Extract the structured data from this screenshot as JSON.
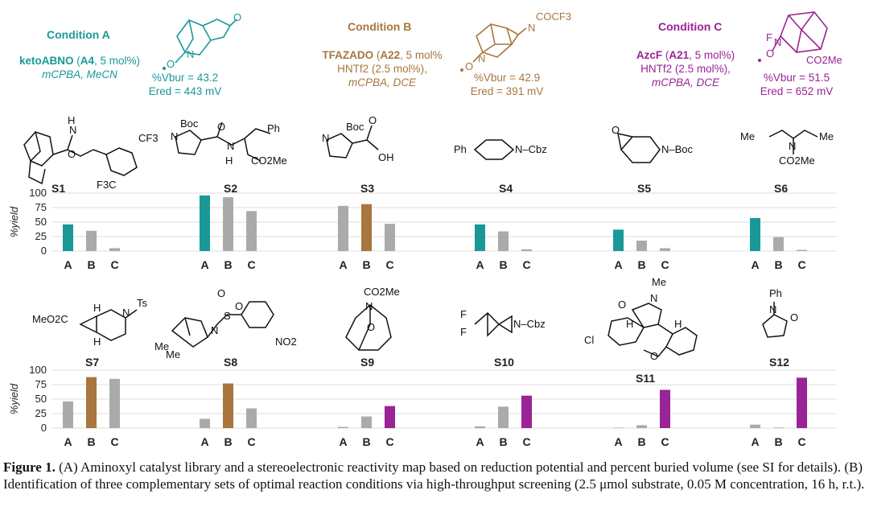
{
  "colors": {
    "A": "#1a9898",
    "B": "#a8763e",
    "C": "#9a2395",
    "gray": "#aaaaaa"
  },
  "conditions": [
    {
      "title": "Condition A",
      "catalyst": "ketoABNO",
      "code": "A4",
      "loading": ", 5 mol%)",
      "lines": [
        "mCPBA, MeCN"
      ],
      "vbur": "%Vbur = 43.2",
      "ered": "Ered = 443 mV"
    },
    {
      "title": "Condition B",
      "catalyst": "TFAZADO",
      "code": "A22",
      "loading": ", 5 mol%",
      "lines": [
        "HNTf2 (2.5 mol%),",
        "mCPBA, DCE"
      ],
      "vbur": "%Vbur = 42.9",
      "ered": "Ered = 391 mV"
    },
    {
      "title": "Condition C",
      "catalyst": "AzcF",
      "code": "A21",
      "loading": ", 5 mol%)",
      "lines": [
        "HNTf2 (2.5 mol%),",
        "mCPBA, DCE"
      ],
      "vbur": "%Vbur = 51.5",
      "ered": "Ered = 652 mV"
    }
  ],
  "substrates": {
    "S1": "S1",
    "S2": "S2",
    "S3": "S3",
    "S4": "S4",
    "S5": "S5",
    "S6": "S6",
    "S7": "S7",
    "S8": "S8",
    "S9": "S9",
    "S10": "S10",
    "S11": "S11",
    "S12": "S12"
  },
  "struct_text": {
    "s1_nh": "N",
    "s1_h": "H",
    "s1_o": "O",
    "s1_cf3a": "CF3",
    "s1_cf3b": "F3C",
    "s2_boc": "Boc",
    "s2_o": "O",
    "s2_ph": "Ph",
    "s2_n": "N",
    "s2_nh": "N",
    "s2_h": "H",
    "s2_co2me": "CO2Me",
    "s3_boc": "Boc",
    "s3_o": "O",
    "s3_n": "N",
    "s3_oh": "OH",
    "s4_ph": "Ph",
    "s4_ncbz": "N–Cbz",
    "s5_o": "O",
    "s5_nboc": "N–Boc",
    "s6_me1": "Me",
    "s6_me2": "Me",
    "s6_n": "N",
    "s6_co2me": "CO2Me",
    "s7_meo2c": "MeO2C",
    "s7_h1": "H",
    "s7_h2": "H",
    "s7_n": "N",
    "s7_ts": "Ts",
    "s8_o1": "O",
    "s8_o2": "O",
    "s8_s": "S",
    "s8_n": "N",
    "s8_me1": "Me",
    "s8_me2": "Me",
    "s8_no2": "NO2",
    "s9_co2me": "CO2Me",
    "s9_n": "N",
    "s9_o": "O",
    "s10_f1": "F",
    "s10_f2": "F",
    "s10_ncbz": "N–Cbz",
    "s11_me": "Me",
    "s11_o": "O",
    "s11_n": "N",
    "s11_h1": "H",
    "s11_h2": "H",
    "s11_cl": "Cl",
    "s11_ox": "O",
    "s12_ph": "Ph",
    "s12_n": "N",
    "s12_o": "O",
    "cat_a_n": "N",
    "cat_a_o": "O",
    "cat_a_ko": "O",
    "cat_b_n1": "N",
    "cat_b_n2": "N",
    "cat_b_o": "O",
    "cat_b_cocf3": "COCF3",
    "cat_c_f": "F",
    "cat_c_n": "N",
    "cat_c_o": "O",
    "cat_c_co2me": "CO2Me"
  },
  "chart_data": [
    {
      "type": "bar",
      "row": "top",
      "ylabel": "%yield",
      "ylim": [
        0,
        100
      ],
      "yticks": [
        "0",
        "25",
        "50",
        "75",
        "100"
      ],
      "categories": [
        "A",
        "B",
        "C"
      ],
      "groups": [
        {
          "name": "S1",
          "values": [
            46,
            35,
            5
          ],
          "highlight": "A"
        },
        {
          "name": "S2",
          "values": [
            96,
            93,
            69
          ],
          "highlight": "A"
        },
        {
          "name": "S3",
          "values": [
            78,
            81,
            47
          ],
          "highlight": "B"
        },
        {
          "name": "S4",
          "values": [
            46,
            34,
            3
          ],
          "highlight": "A"
        },
        {
          "name": "S5",
          "values": [
            37,
            18,
            5
          ],
          "highlight": "A"
        },
        {
          "name": "S6",
          "values": [
            57,
            24,
            2
          ],
          "highlight": "A"
        }
      ]
    },
    {
      "type": "bar",
      "row": "bottom",
      "ylabel": "%yield",
      "ylim": [
        0,
        100
      ],
      "yticks": [
        "0",
        "25",
        "50",
        "75",
        "100"
      ],
      "categories": [
        "A",
        "B",
        "C"
      ],
      "groups": [
        {
          "name": "S7",
          "values": [
            46,
            88,
            85
          ],
          "highlight": "B"
        },
        {
          "name": "S8",
          "values": [
            16,
            77,
            34
          ],
          "highlight": "B"
        },
        {
          "name": "S9",
          "values": [
            2,
            20,
            38
          ],
          "highlight": "C"
        },
        {
          "name": "S10",
          "values": [
            3,
            37,
            56
          ],
          "highlight": "C"
        },
        {
          "name": "S11",
          "values": [
            0,
            5,
            66
          ],
          "highlight": "C"
        },
        {
          "name": "S12",
          "values": [
            6,
            1,
            87
          ],
          "highlight": "C"
        }
      ]
    }
  ],
  "caption": {
    "label": "Figure 1.",
    "text": " (A) Aminoxyl catalyst library and a stereoelectronic reactivity map based on reduction potential and percent buried volume (see SI for details). (B) Identification of three complementary sets of optimal reaction conditions via high-throughput screening (2.5 μmol substrate, 0.05 M concentration, 16 h, r.t.)."
  }
}
